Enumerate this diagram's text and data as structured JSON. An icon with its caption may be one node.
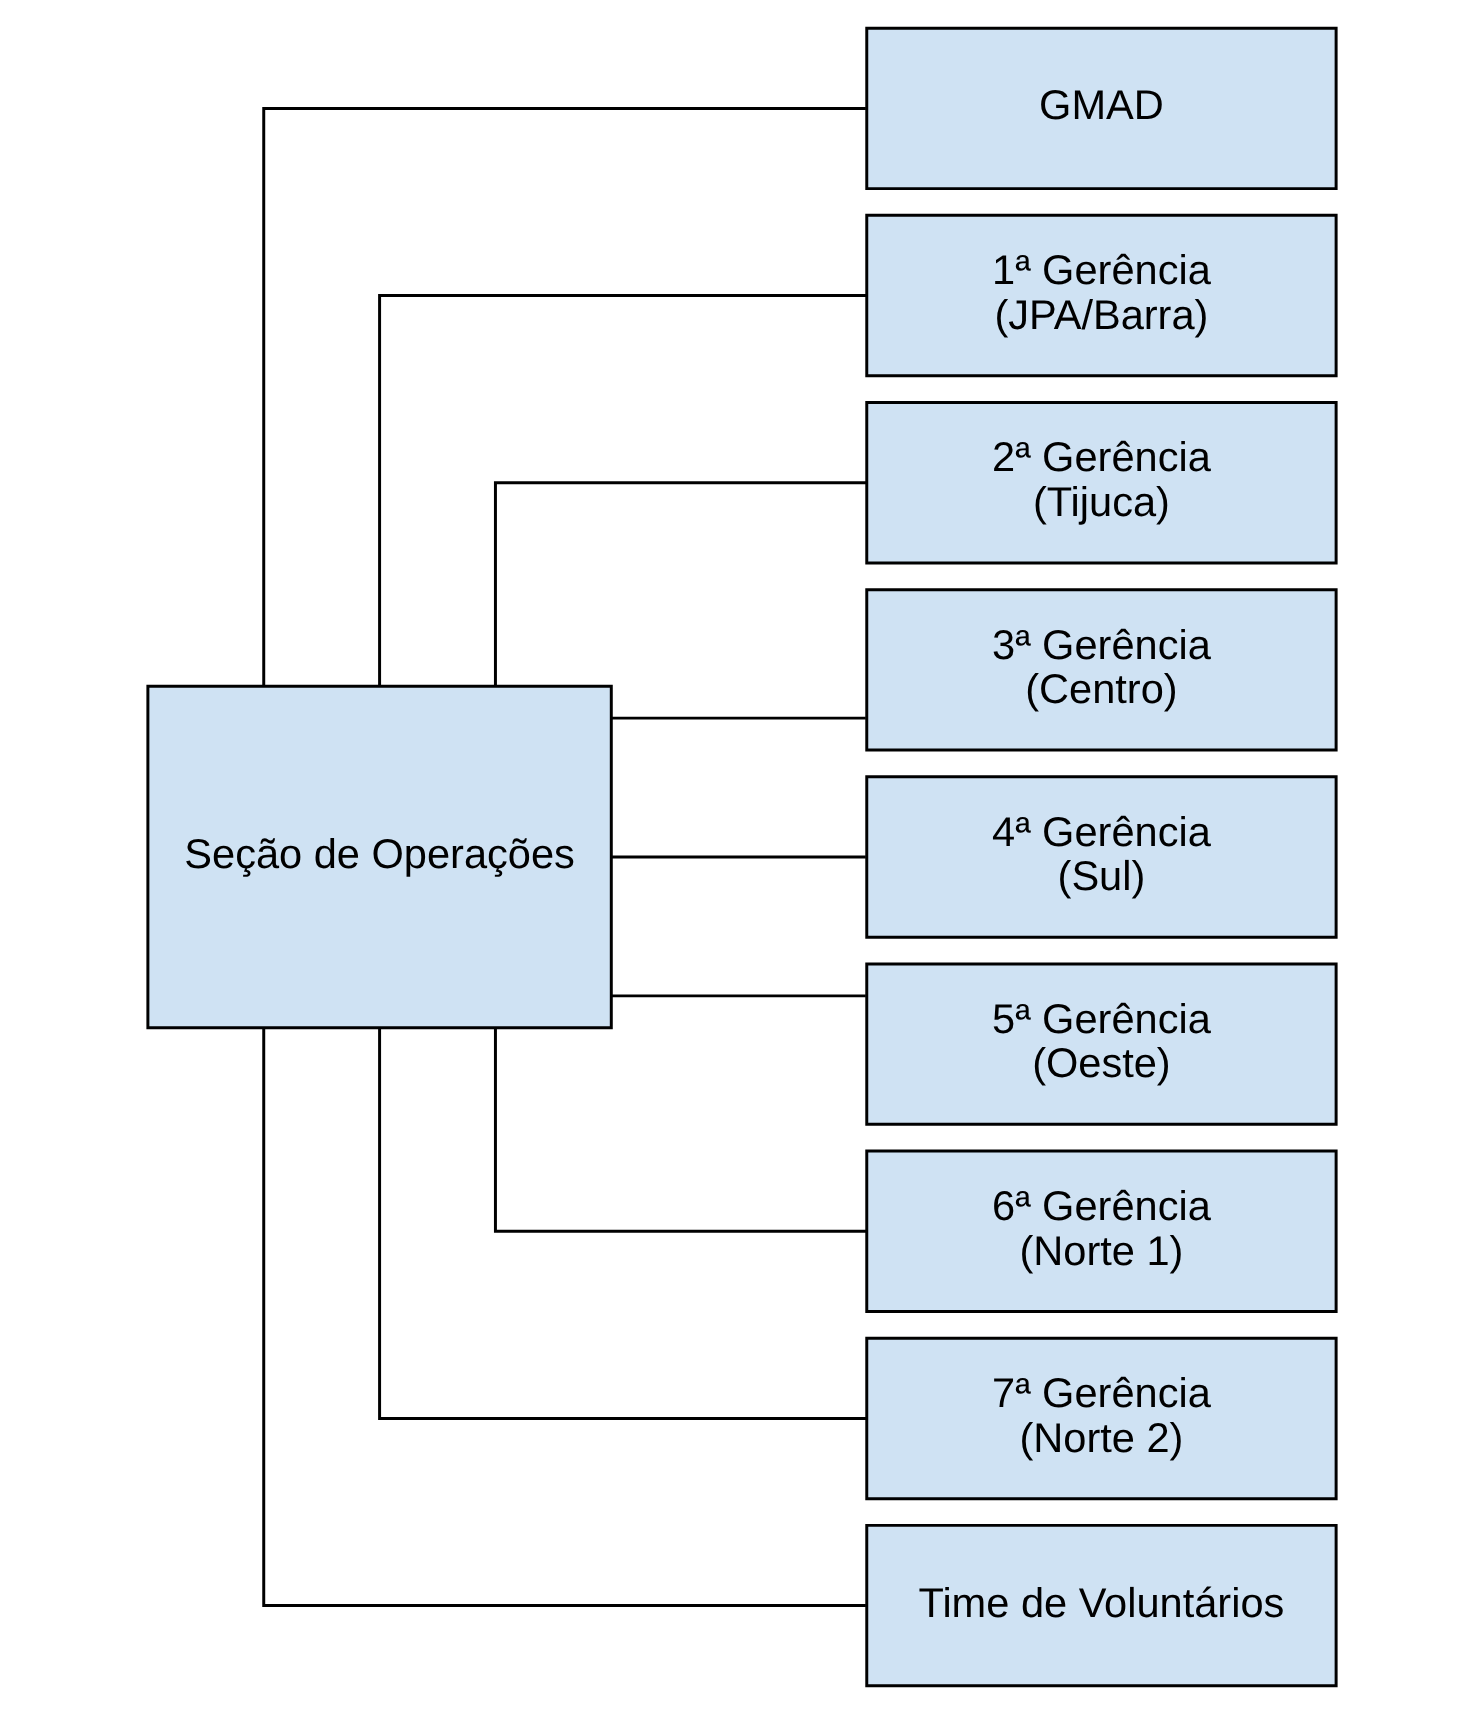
{
  "diagram": {
    "nodes": [
      {
        "text": [
          "Seção de Operações"
        ]
      },
      {
        "text": [
          "GMAD"
        ]
      },
      {
        "text": [
          "1ª Gerência (JPA/Barra)"
        ]
      },
      {
        "text": [
          "2ª Gerência (Tijuca)"
        ]
      },
      {
        "text": [
          "3ª Gerência (Centro)"
        ]
      },
      {
        "text": [
          "4ª Gerência (Sul)"
        ]
      },
      {
        "text": [
          "5ª Gerência (Oeste)"
        ]
      },
      {
        "text": [
          "6ª Gerência (Norte 1)"
        ]
      },
      {
        "text": [
          "7ª Gerência (Norte 2)"
        ]
      },
      {
        "text": [
          "Time de Voluntários"
        ]
      }
    ],
    "edges": [
      {
        "from": 0,
        "to": 1,
        "arrow": "none"
      },
      {
        "from": 0,
        "to": 2,
        "arrow": "none"
      },
      {
        "from": 0,
        "to": 3,
        "arrow": "none"
      },
      {
        "from": 0,
        "to": 4,
        "arrow": "none"
      },
      {
        "from": 0,
        "to": 5,
        "arrow": "none"
      },
      {
        "from": 0,
        "to": 6,
        "arrow": "none"
      },
      {
        "from": 0,
        "to": 7,
        "arrow": "none"
      },
      {
        "from": 0,
        "to": 8,
        "arrow": "none"
      },
      {
        "from": 0,
        "to": 9,
        "arrow": "none"
      }
    ]
  }
}
